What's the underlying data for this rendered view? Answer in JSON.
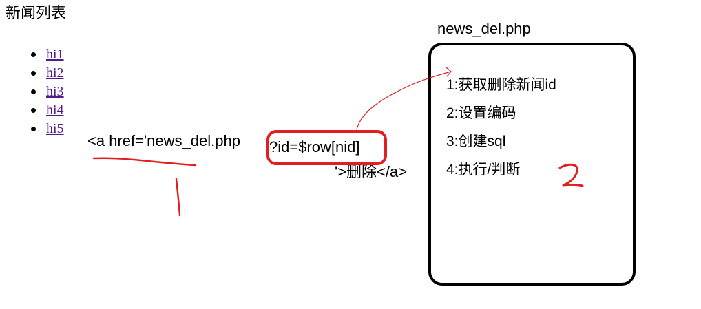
{
  "page": {
    "title": "新闻列表"
  },
  "news_list": {
    "items": [
      {
        "label": "hi1"
      },
      {
        "label": "hi2"
      },
      {
        "label": "hi3"
      },
      {
        "label": "hi4"
      },
      {
        "label": "hi5"
      }
    ]
  },
  "code": {
    "part1": "<a href='news_del.php",
    "part2": "?id=$row[nid]",
    "part3": "'>删除</a>"
  },
  "script_box": {
    "filename": "news_del.php",
    "steps": [
      "1:获取删除新闻id",
      "2:设置编码",
      "3:创建sql",
      "4:执行/判断"
    ]
  },
  "annotation": {
    "color": "#e02020",
    "numbers": [
      "1",
      "2"
    ]
  }
}
